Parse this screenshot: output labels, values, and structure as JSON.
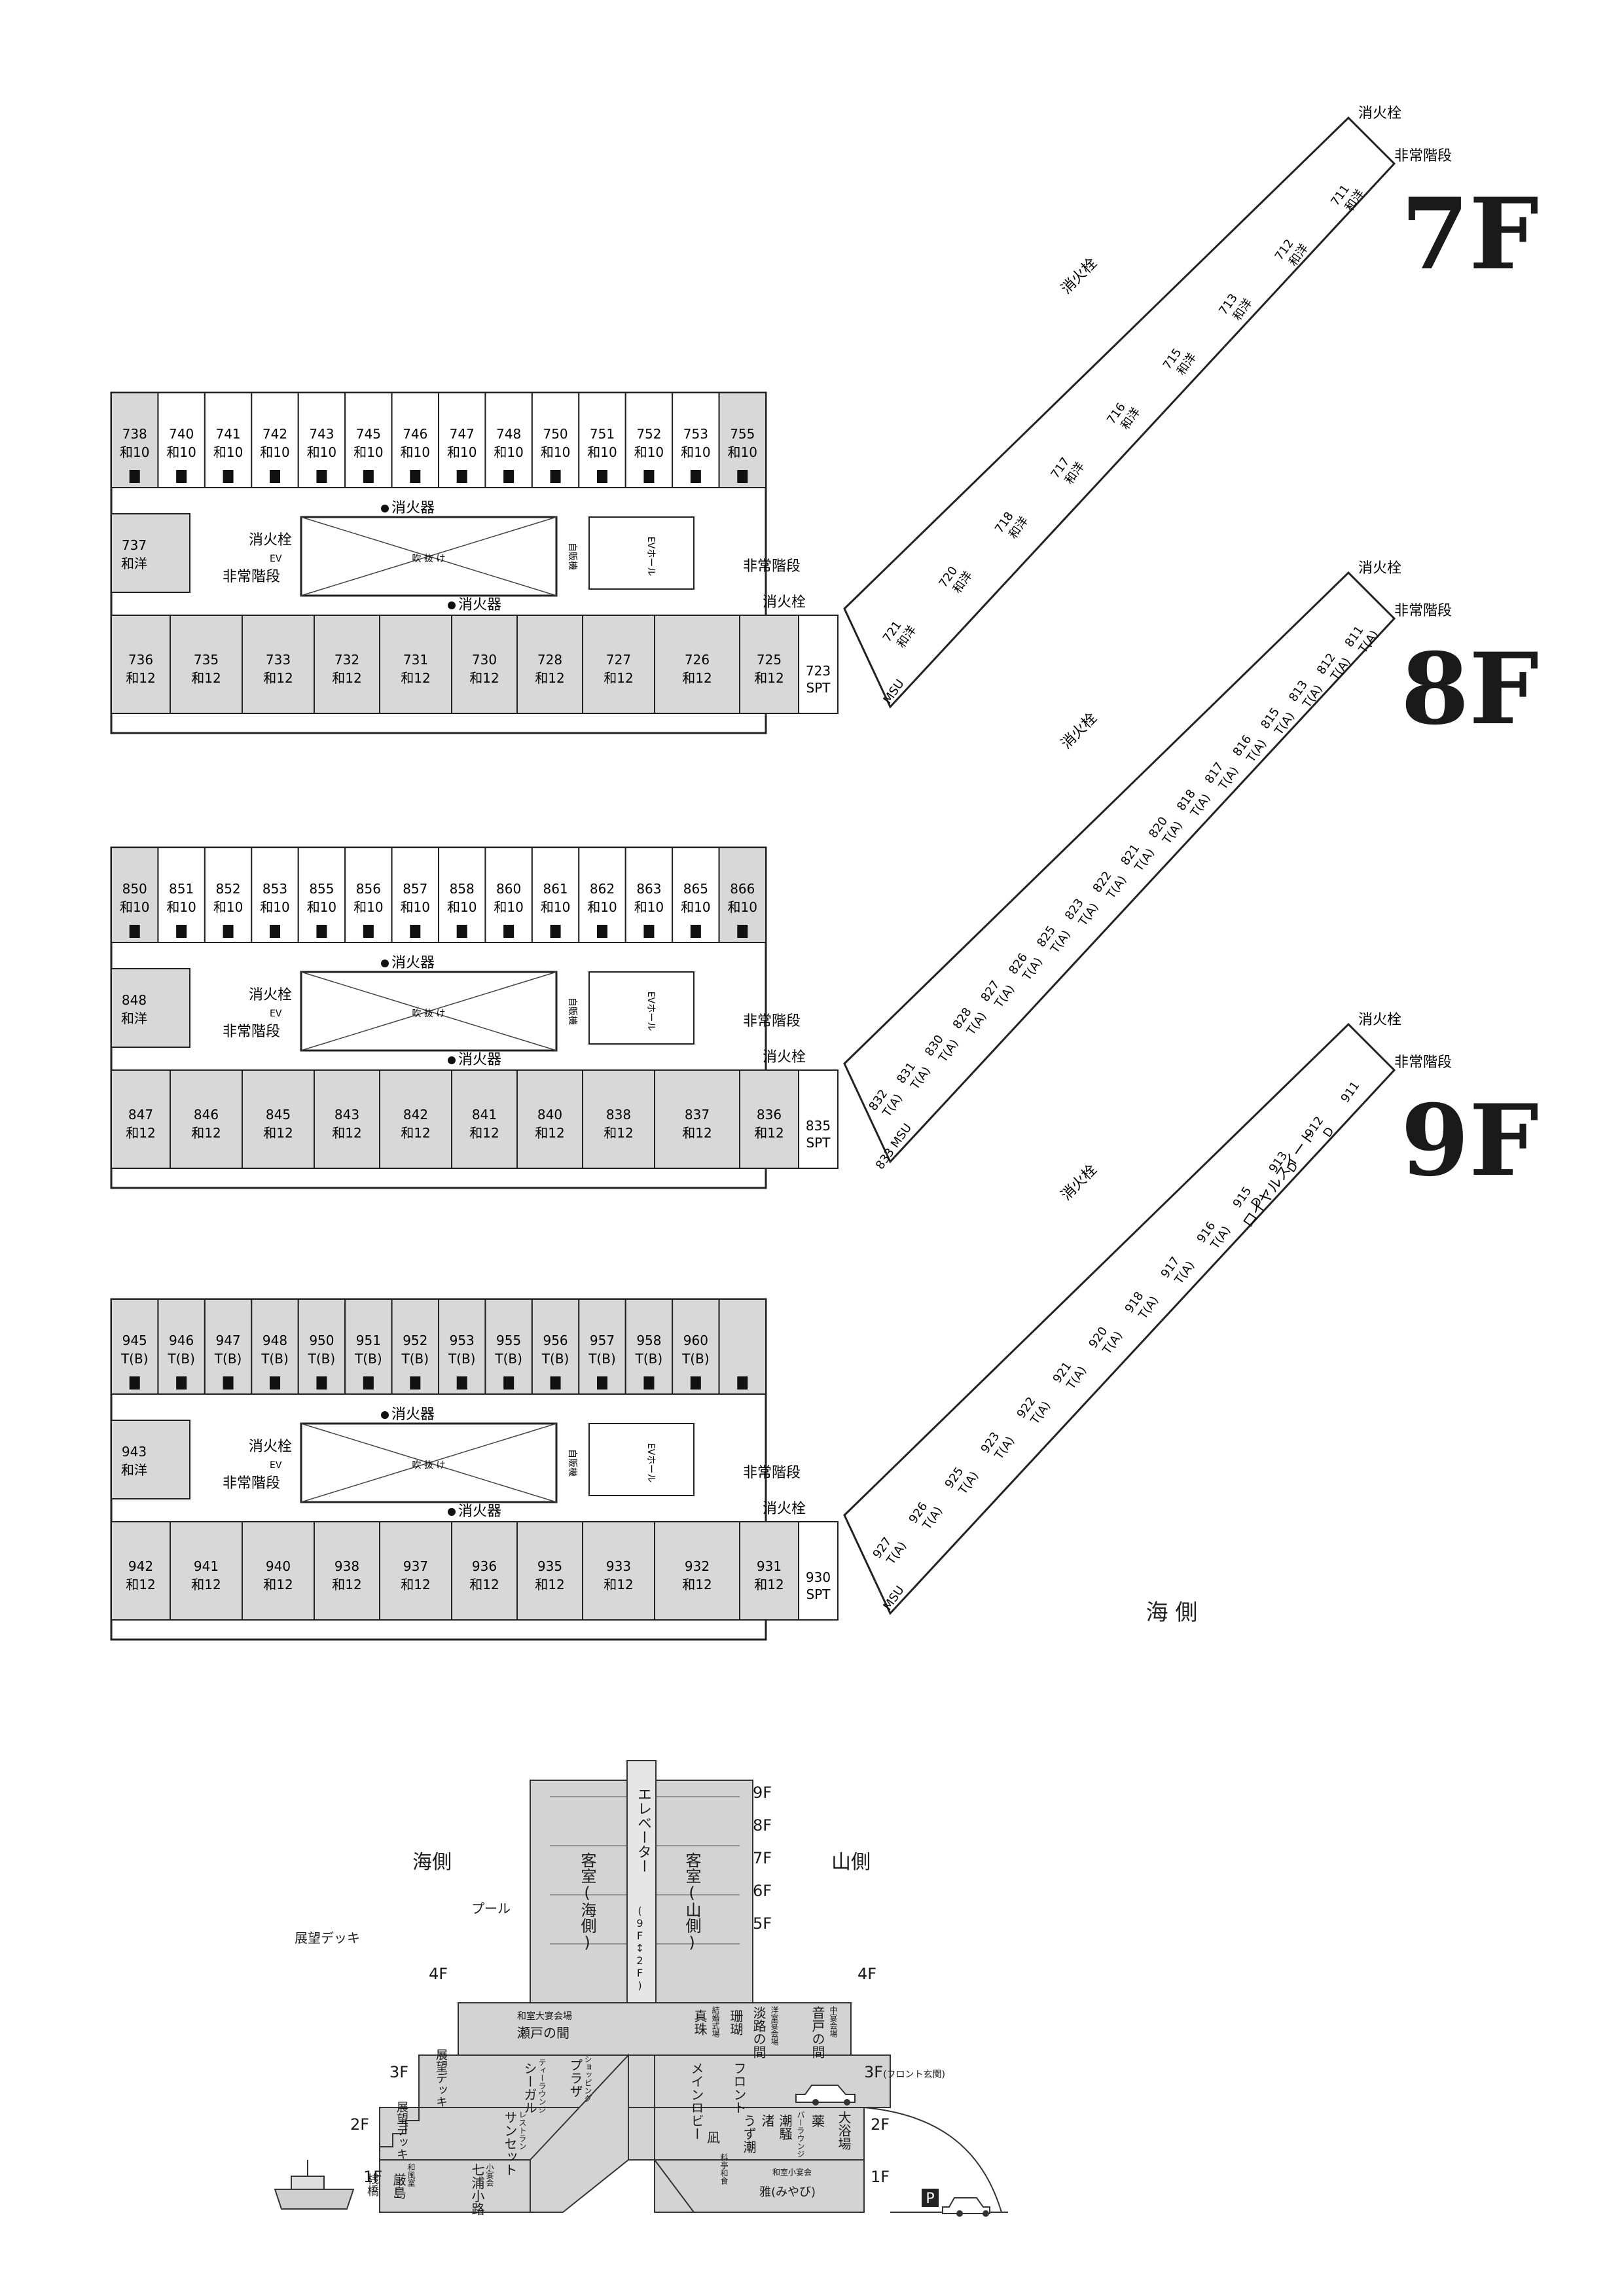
{
  "floors": [
    {
      "label": "7F",
      "top": [
        {
          "no": "738",
          "type": "和10"
        },
        {
          "no": "740",
          "type": "和10"
        },
        {
          "no": "741",
          "type": "和10"
        },
        {
          "no": "742",
          "type": "和10"
        },
        {
          "no": "743",
          "type": "和10"
        },
        {
          "no": "745",
          "type": "和10"
        },
        {
          "no": "746",
          "type": "和10"
        },
        {
          "no": "747",
          "type": "和10"
        },
        {
          "no": "748",
          "type": "和10"
        },
        {
          "no": "750",
          "type": "和10"
        },
        {
          "no": "751",
          "type": "和10"
        },
        {
          "no": "752",
          "type": "和10"
        },
        {
          "no": "753",
          "type": "和10"
        },
        {
          "no": "755",
          "type": "和10"
        }
      ],
      "left": {
        "no": "737",
        "type": "和洋"
      },
      "bottom": [
        {
          "no": "736",
          "type": "和12"
        },
        {
          "no": "735",
          "type": "和12"
        },
        {
          "no": "733",
          "type": "和12"
        },
        {
          "no": "732",
          "type": "和12"
        },
        {
          "no": "731",
          "type": "和12"
        },
        {
          "no": "730",
          "type": "和12"
        },
        {
          "no": "728",
          "type": "和12"
        },
        {
          "no": "727",
          "type": "和12"
        },
        {
          "no": "726",
          "type": "和12"
        },
        {
          "no": "725",
          "type": "和12"
        }
      ],
      "spt": {
        "no": "723",
        "type": "SPT"
      },
      "wing": [
        {
          "no": "721",
          "type": "和洋"
        },
        {
          "no": "720",
          "type": "和洋"
        },
        {
          "no": "718",
          "type": "和洋"
        },
        {
          "no": "717",
          "type": "和洋"
        },
        {
          "no": "716",
          "type": "和洋"
        },
        {
          "no": "715",
          "type": "和洋"
        },
        {
          "no": "713",
          "type": "和洋"
        },
        {
          "no": "712",
          "type": "和洋"
        },
        {
          "no": "711",
          "type": "和洋"
        }
      ],
      "msu": "MSU"
    },
    {
      "label": "8F",
      "top": [
        {
          "no": "850",
          "type": "和10"
        },
        {
          "no": "851",
          "type": "和10"
        },
        {
          "no": "852",
          "type": "和10"
        },
        {
          "no": "853",
          "type": "和10"
        },
        {
          "no": "855",
          "type": "和10"
        },
        {
          "no": "856",
          "type": "和10"
        },
        {
          "no": "857",
          "type": "和10"
        },
        {
          "no": "858",
          "type": "和10"
        },
        {
          "no": "860",
          "type": "和10"
        },
        {
          "no": "861",
          "type": "和10"
        },
        {
          "no": "862",
          "type": "和10"
        },
        {
          "no": "863",
          "type": "和10"
        },
        {
          "no": "865",
          "type": "和10"
        },
        {
          "no": "866",
          "type": "和10"
        }
      ],
      "left": {
        "no": "848",
        "type": "和洋"
      },
      "bottom": [
        {
          "no": "847",
          "type": "和12"
        },
        {
          "no": "846",
          "type": "和12"
        },
        {
          "no": "845",
          "type": "和12"
        },
        {
          "no": "843",
          "type": "和12"
        },
        {
          "no": "842",
          "type": "和12"
        },
        {
          "no": "841",
          "type": "和12"
        },
        {
          "no": "840",
          "type": "和12"
        },
        {
          "no": "838",
          "type": "和12"
        },
        {
          "no": "837",
          "type": "和12"
        },
        {
          "no": "836",
          "type": "和12"
        }
      ],
      "spt": {
        "no": "835",
        "type": "SPT"
      },
      "wing": [
        {
          "no": "832",
          "type": "T(A)"
        },
        {
          "no": "831",
          "type": "T(A)"
        },
        {
          "no": "830",
          "type": "T(A)"
        },
        {
          "no": "828",
          "type": "T(A)"
        },
        {
          "no": "827",
          "type": "T(A)"
        },
        {
          "no": "826",
          "type": "T(A)"
        },
        {
          "no": "825",
          "type": "T(A)"
        },
        {
          "no": "823",
          "type": "T(A)"
        },
        {
          "no": "822",
          "type": "T(A)"
        },
        {
          "no": "821",
          "type": "T(A)"
        },
        {
          "no": "820",
          "type": "T(A)"
        },
        {
          "no": "818",
          "type": "T(A)"
        },
        {
          "no": "817",
          "type": "T(A)"
        },
        {
          "no": "816",
          "type": "T(A)"
        },
        {
          "no": "815",
          "type": "T(A)"
        },
        {
          "no": "813",
          "type": "T(A)"
        },
        {
          "no": "812",
          "type": "T(A)"
        },
        {
          "no": "811",
          "type": "T(A)"
        }
      ],
      "msu": "833 MSU"
    },
    {
      "label": "9F",
      "top": [
        {
          "no": "945",
          "type": "T(B)"
        },
        {
          "no": "946",
          "type": "T(B)"
        },
        {
          "no": "947",
          "type": "T(B)"
        },
        {
          "no": "948",
          "type": "T(B)"
        },
        {
          "no": "950",
          "type": "T(B)"
        },
        {
          "no": "951",
          "type": "T(B)"
        },
        {
          "no": "952",
          "type": "T(B)"
        },
        {
          "no": "953",
          "type": "T(B)"
        },
        {
          "no": "955",
          "type": "T(B)"
        },
        {
          "no": "956",
          "type": "T(B)"
        },
        {
          "no": "957",
          "type": "T(B)"
        },
        {
          "no": "958",
          "type": "T(B)"
        },
        {
          "no": "960",
          "type": "T(B)"
        },
        {
          "no": "",
          "type": ""
        }
      ],
      "left": {
        "no": "943",
        "type": "和洋"
      },
      "bottom": [
        {
          "no": "942",
          "type": "和12"
        },
        {
          "no": "941",
          "type": "和12"
        },
        {
          "no": "940",
          "type": "和12"
        },
        {
          "no": "938",
          "type": "和12"
        },
        {
          "no": "937",
          "type": "和12"
        },
        {
          "no": "936",
          "type": "和12"
        },
        {
          "no": "935",
          "type": "和12"
        },
        {
          "no": "933",
          "type": "和12"
        },
        {
          "no": "932",
          "type": "和12"
        },
        {
          "no": "931",
          "type": "和12"
        }
      ],
      "spt": {
        "no": "930",
        "type": "SPT"
      },
      "wing": [
        {
          "no": "927",
          "type": "T(A)"
        },
        {
          "no": "926",
          "type": "T(A)"
        },
        {
          "no": "925",
          "type": "T(A)"
        },
        {
          "no": "923",
          "type": "T(A)"
        },
        {
          "no": "922",
          "type": "T(A)"
        },
        {
          "no": "921",
          "type": "T(A)"
        },
        {
          "no": "920",
          "type": "T(A)"
        },
        {
          "no": "918",
          "type": "T(A)"
        },
        {
          "no": "917",
          "type": "T(A)"
        },
        {
          "no": "916",
          "type": "T(A)"
        },
        {
          "no": "915",
          "type": "D"
        },
        {
          "no": "913",
          "type": "D"
        },
        {
          "no": "912",
          "type": "D"
        },
        {
          "no": "911",
          "type": ""
        }
      ],
      "msu": "MSU",
      "royal": "ロイヤルスイート"
    }
  ],
  "labels": {
    "fire_hydrant": "消火栓",
    "emergency_stairs": "非常階段",
    "extinguisher": "消火器",
    "atrium": "吹 抜 け",
    "vending": "自販機",
    "ev_hall": "EVホール",
    "ev": "EV",
    "sea_side_bottom": "海 側"
  },
  "section": {
    "sea_side": "海側",
    "mountain_side": "山側",
    "deck": "展望デッキ",
    "pool": "プール",
    "elevator": "エレベーター",
    "elevator_range": "(9F↕2F)",
    "guest_sea": "客室(海側)",
    "guest_mountain": "客室(山側)",
    "floors": [
      "9F",
      "8F",
      "7F",
      "6F",
      "5F",
      "4F",
      "3F",
      "2F",
      "1F"
    ],
    "front_entrance": "(フロント玄関)",
    "setonoma": "瀬戸の間",
    "setonoma_sub": "和室大宴会場",
    "shinju": "真珠",
    "shinju_sub": "結婚式場",
    "sango": "珊瑚",
    "awaji": "淡路の間",
    "awaji_sub": "洋室宴会場",
    "otowa": "音戸の間",
    "otowa_sub": "中宴会場",
    "seagull": "シーガル",
    "seagull_sub": "ティーラウンジ",
    "plaza": "プラザ",
    "plaza_sub": "ショッピング",
    "main_lobby": "メインロビー",
    "front": "フロント",
    "sunset": "サンセット",
    "sunset_sub": "レストラン",
    "nagi": "凪",
    "uzushio": "うず潮",
    "nagisa": "渚",
    "nagisa_sub": "料亭和食",
    "shiosai": "潮騒",
    "shiosai_sub": "バーラウンジ",
    "yakushi": "薬",
    "daiyokujo": "大浴場",
    "itsukushima": "厳島",
    "itsukushima_sub": "和風室",
    "nanaura": "七浦小路",
    "nanaura_sub": "小宴会",
    "miyabi": "雅(みやび)",
    "miyabi_sub": "和室小宴会",
    "deck_3f": "展望デッキ",
    "deck_2f": "展望デッキ",
    "pier": "桟橋",
    "parking": "P"
  }
}
